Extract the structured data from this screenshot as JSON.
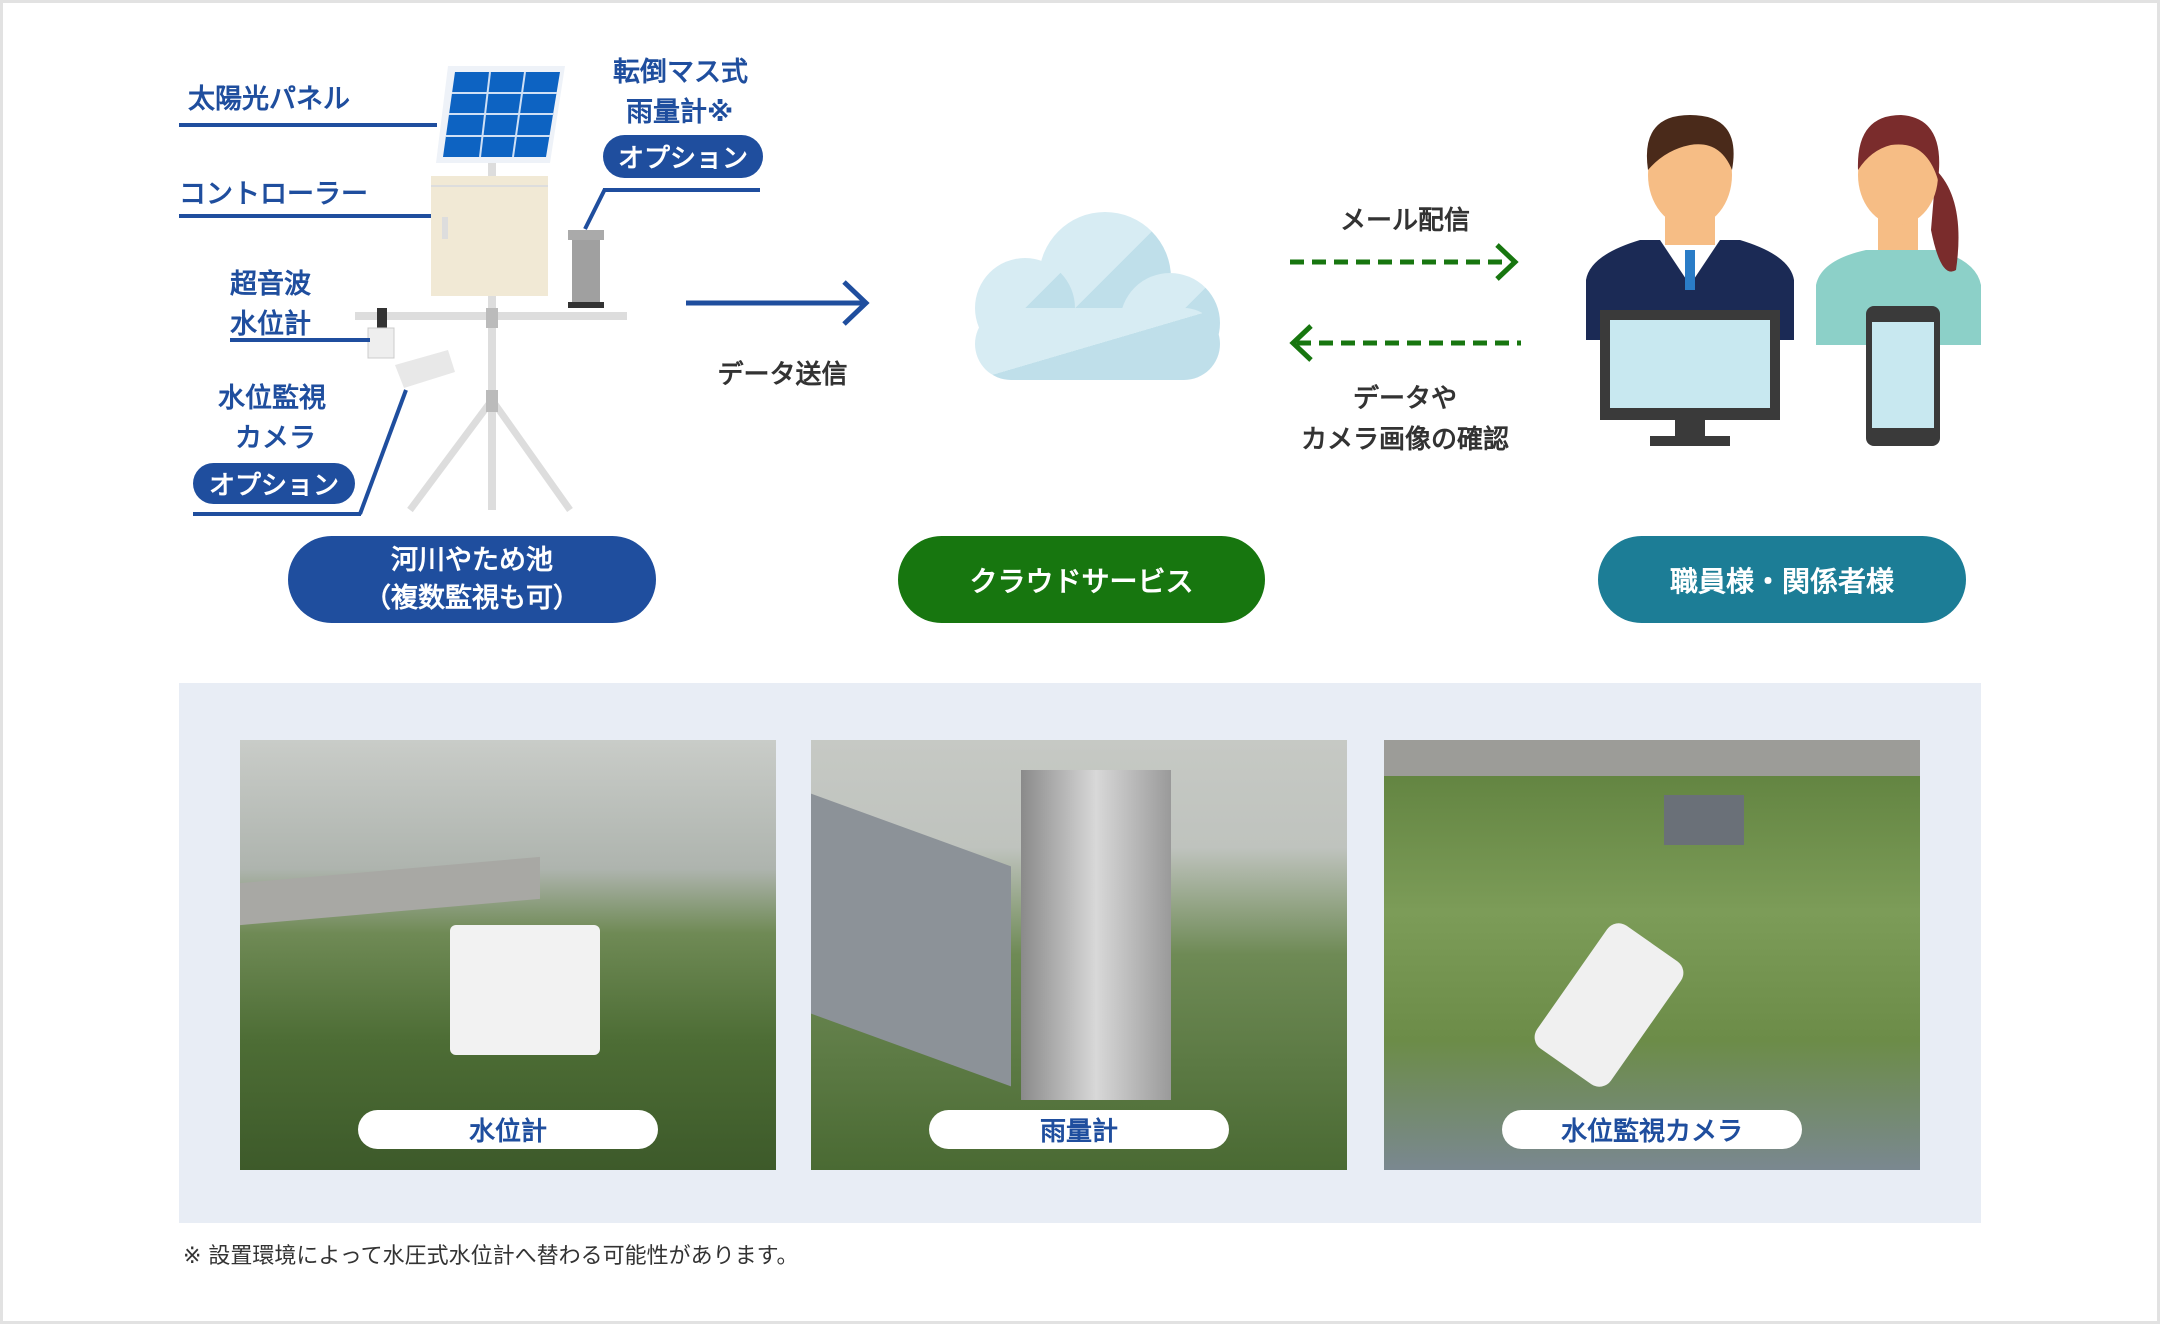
{
  "device": {
    "solar_panel": "太陽光パネル",
    "controller": "コントローラー",
    "ultrasonic_1": "超音波",
    "ultrasonic_2": "水位計",
    "camera_1": "水位監視",
    "camera_2": "カメラ",
    "camera_option": "オプション",
    "rain_1": "転倒マス式",
    "rain_2": "雨量計※",
    "rain_option": "オプション"
  },
  "flow": {
    "data_send": "データ送信",
    "mail": "メール配信",
    "confirm_1": "データや",
    "confirm_2": "カメラ画像の確認"
  },
  "pills": {
    "site_1": "河川やため池",
    "site_2": "（複数監視も可）",
    "cloud": "クラウドサービス",
    "staff": "職員様・関係者様"
  },
  "photos": [
    {
      "label": "水位計"
    },
    {
      "label": "雨量計"
    },
    {
      "label": "水位監視カメラ"
    }
  ],
  "footnote": "※ 設置環境によって水圧式水位計へ替わる可能性があります。",
  "colors": {
    "blue": "#1f4e9e",
    "green": "#17760f",
    "teal": "#1c7d96",
    "panel_bg": "#e8edf5"
  }
}
